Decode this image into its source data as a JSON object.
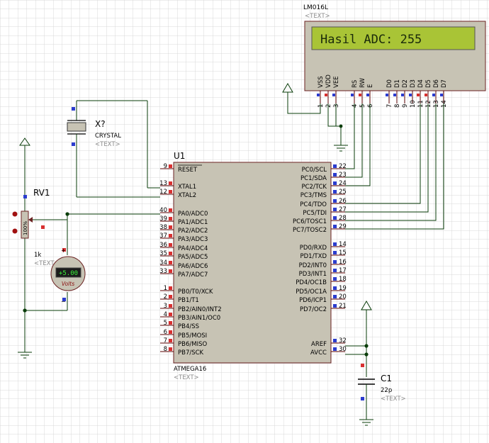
{
  "lcd": {
    "name": "LM016L",
    "text_tag": "<TEXT>",
    "display": "Hasil ADC: 255",
    "pin_labels": [
      "VSS",
      "VDD",
      "VEE",
      "RS",
      "RW",
      "E",
      "D0",
      "D1",
      "D2",
      "D3",
      "D4",
      "D5",
      "D6",
      "D7"
    ],
    "pin_numbers": [
      "1",
      "2",
      "3",
      "4",
      "5",
      "6",
      "7",
      "8",
      "9",
      "10",
      "11",
      "12",
      "13",
      "14"
    ],
    "colors": {
      "screen": "#a9c436",
      "text": "#1a2a0a"
    }
  },
  "crystal": {
    "ref": "X?",
    "value": "CRYSTAL",
    "text_tag": "<TEXT>"
  },
  "pot": {
    "ref": "RV1",
    "value": "1k",
    "text_tag": "<TEXT>",
    "body_text": "100%"
  },
  "voltmeter": {
    "reading": "+5.00",
    "unit": "Volts"
  },
  "mcu": {
    "ref": "U1",
    "part": "ATMEGA16",
    "text_tag": "<TEXT>",
    "left_pins": [
      {
        "num": "9",
        "name": "RESET"
      },
      {
        "num": "13",
        "name": "XTAL1"
      },
      {
        "num": "12",
        "name": "XTAL2"
      },
      {
        "num": "40",
        "name": "PA0/ADC0"
      },
      {
        "num": "39",
        "name": "PA1/ADC1"
      },
      {
        "num": "38",
        "name": "PA2/ADC2"
      },
      {
        "num": "37",
        "name": "PA3/ADC3"
      },
      {
        "num": "36",
        "name": "PA4/ADC4"
      },
      {
        "num": "35",
        "name": "PA5/ADC5"
      },
      {
        "num": "34",
        "name": "PA6/ADC6"
      },
      {
        "num": "33",
        "name": "PA7/ADC7"
      },
      {
        "num": "1",
        "name": "PB0/T0/XCK"
      },
      {
        "num": "2",
        "name": "PB1/T1"
      },
      {
        "num": "3",
        "name": "PB2/AIN0/INT2"
      },
      {
        "num": "4",
        "name": "PB3/AIN1/OC0"
      },
      {
        "num": "5",
        "name": "PB4/SS"
      },
      {
        "num": "6",
        "name": "PB5/MOSI"
      },
      {
        "num": "7",
        "name": "PB6/MISO"
      },
      {
        "num": "8",
        "name": "PB7/SCK"
      }
    ],
    "right_pins": [
      {
        "num": "22",
        "name": "PC0/SCL"
      },
      {
        "num": "23",
        "name": "PC1/SDA"
      },
      {
        "num": "24",
        "name": "PC2/TCK"
      },
      {
        "num": "25",
        "name": "PC3/TMS"
      },
      {
        "num": "26",
        "name": "PC4/TDO"
      },
      {
        "num": "27",
        "name": "PC5/TDI"
      },
      {
        "num": "28",
        "name": "PC6/TOSC1"
      },
      {
        "num": "29",
        "name": "PC7/TOSC2"
      },
      {
        "num": "14",
        "name": "PD0/RXD"
      },
      {
        "num": "15",
        "name": "PD1/TXD"
      },
      {
        "num": "16",
        "name": "PD2/INT0"
      },
      {
        "num": "17",
        "name": "PD3/INT1"
      },
      {
        "num": "18",
        "name": "PD4/OC1B"
      },
      {
        "num": "19",
        "name": "PD5/OC1A"
      },
      {
        "num": "20",
        "name": "PD6/ICP1"
      },
      {
        "num": "21",
        "name": "PD7/OC2"
      },
      {
        "num": "32",
        "name": "AREF"
      },
      {
        "num": "30",
        "name": "AVCC"
      }
    ]
  },
  "capacitor": {
    "ref": "C1",
    "value": "22p",
    "text_tag": "<TEXT>"
  }
}
